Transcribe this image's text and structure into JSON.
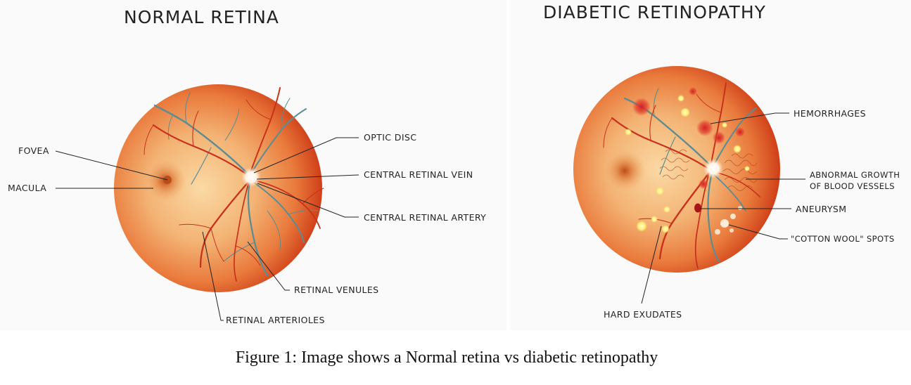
{
  "normal": {
    "title": "NORMAL RETINA",
    "labels": {
      "fovea": "FOVEA",
      "macula": "MACULA",
      "optic_disc": "OPTIC DISC",
      "central_vein": "CENTRAL RETINAL VEIN",
      "central_artery": "CENTRAL RETINAL ARTERY",
      "venules": "RETINAL VENULES",
      "arterioles": "RETINAL ARTERIOLES"
    }
  },
  "diabetic": {
    "title": "DIABETIC RETINOPATHY",
    "labels": {
      "hemorrhages": "HEMORRHAGES",
      "abnormal_growth_1": "ABNORMAL GROWTH",
      "abnormal_growth_2": "OF BLOOD VESSELS",
      "aneurysm": "ANEURYSM",
      "cotton_wool": "\"COTTON WOOL\" SPOTS",
      "hard_exudates": "HARD EXUDATES"
    }
  },
  "caption": "Figure 1: Image shows a Normal retina vs diabetic retinopathy",
  "colors": {
    "retina_center": "#f8c88a",
    "retina_edge": "#d9481e",
    "artery": "#c8321c",
    "vein": "#5d8c93",
    "hemorrhage": "#d8242a",
    "exudate": "#fff06a"
  }
}
